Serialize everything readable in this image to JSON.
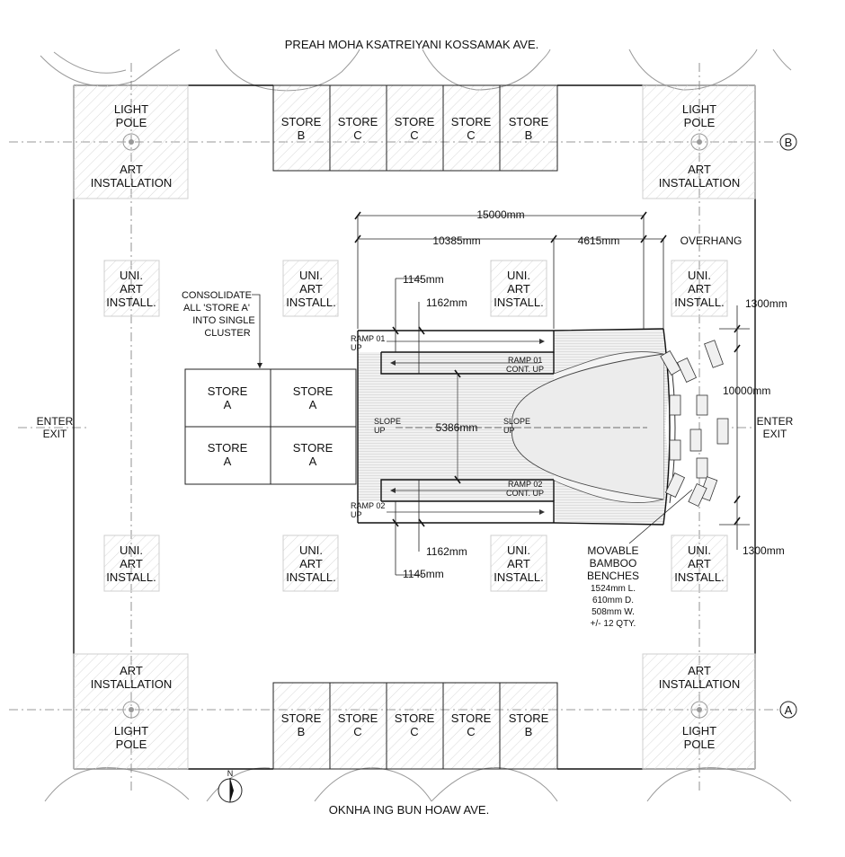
{
  "streets": {
    "north": "PREAH MOHA KSATREIYANI KOSSAMAK AVE.",
    "south": "OKNHA ING BUN HOAW AVE."
  },
  "grid_markers": {
    "b": "B",
    "a": "A"
  },
  "north_arrow": "N",
  "corners": {
    "light_pole": [
      "LIGHT",
      "POLE"
    ],
    "art_installation": [
      "ART",
      "INSTALLATION"
    ]
  },
  "uni_art": [
    "UNI.",
    "ART",
    "INSTALL."
  ],
  "stores_top": [
    {
      "l1": "STORE",
      "l2": "B"
    },
    {
      "l1": "STORE",
      "l2": "C"
    },
    {
      "l1": "STORE",
      "l2": "C"
    },
    {
      "l1": "STORE",
      "l2": "C"
    },
    {
      "l1": "STORE",
      "l2": "B"
    }
  ],
  "stores_bottom": [
    {
      "l1": "STORE",
      "l2": "B"
    },
    {
      "l1": "STORE",
      "l2": "C"
    },
    {
      "l1": "STORE",
      "l2": "C"
    },
    {
      "l1": "STORE",
      "l2": "C"
    },
    {
      "l1": "STORE",
      "l2": "B"
    }
  ],
  "store_a": {
    "l1": "STORE",
    "l2": "A"
  },
  "consolidate_note": [
    "CONSOLIDATE",
    "ALL 'STORE A'",
    "INTO SINGLE",
    "CLUSTER"
  ],
  "enter_exit": [
    "ENTER",
    "EXIT"
  ],
  "dimensions": {
    "overall": "15000mm",
    "ramp_section": "10385mm",
    "seating_section": "4615mm",
    "overhang": "OVERHANG",
    "ramp_width_top": "1145mm",
    "ramp_gap_top": "1162mm",
    "ramp_width_bottom": "1145mm",
    "ramp_gap_bottom": "1162mm",
    "center_width": "5386mm",
    "depth": "10000mm",
    "offset_top": "1300mm",
    "offset_bottom": "1300mm"
  },
  "ramps": {
    "ramp01_up": [
      "RAMP 01",
      "UP"
    ],
    "ramp01_cont": [
      "RAMP 01",
      "CONT. UP"
    ],
    "ramp02_up": [
      "RAMP 02",
      "UP"
    ],
    "ramp02_cont": [
      "RAMP 02",
      "CONT. UP"
    ],
    "slope_up": [
      "SLOPE",
      "UP"
    ]
  },
  "benches_note": [
    "MOVABLE",
    "BAMBOO",
    "BENCHES"
  ],
  "benches_spec": [
    "1524mm L.",
    "610mm D.",
    "508mm W.",
    "+/- 12 QTY."
  ]
}
